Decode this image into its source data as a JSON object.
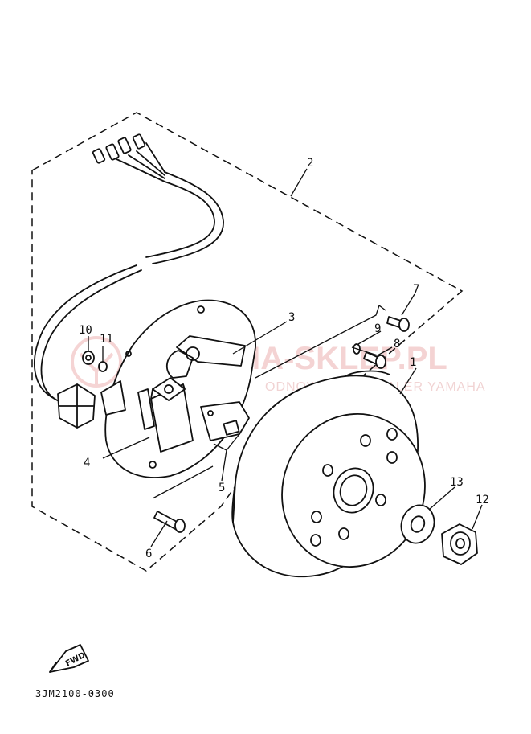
{
  "diagram": {
    "drawing_code": "3JM2100-0300",
    "fwd_label": "FWD",
    "callouts": [
      "1",
      "2",
      "3",
      "4",
      "5",
      "6",
      "7",
      "8",
      "9",
      "10",
      "11",
      "12",
      "13"
    ]
  },
  "watermark": {
    "main": "AMA-SKLEP.PL",
    "sub": "ODNOWIONY | DEALER YAMAHA",
    "color": "#e58a8a"
  }
}
